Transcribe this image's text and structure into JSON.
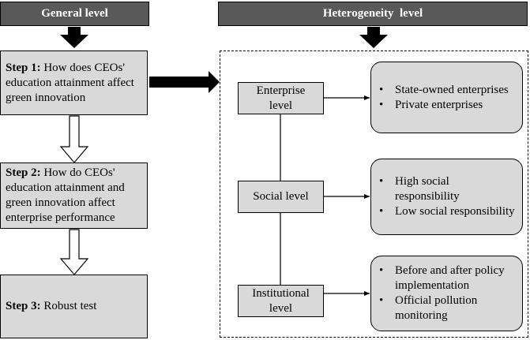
{
  "general": {
    "header": "General level",
    "steps": [
      {
        "label": "Step 1:",
        "text": "How does CEOs' education attainment affect green innovation"
      },
      {
        "label": "Step 2:",
        "text": "How do CEOs' education attainment and green innovation affect enterprise performance"
      },
      {
        "label": "Step 3:",
        "text": "Robust test"
      }
    ]
  },
  "heterogeneity": {
    "header": "Heterogeneity  level",
    "levels": [
      {
        "line1": "Enterprise",
        "line2": "level"
      },
      {
        "line1": "Social level",
        "line2": ""
      },
      {
        "line1": "Institutional",
        "line2": "level"
      }
    ],
    "details": [
      [
        "State-owned enterprises",
        "Private enterprises"
      ],
      [
        "High social responsibility",
        "Low social responsibility"
      ],
      [
        "Before and after policy implementation",
        "Official pollution monitoring"
      ]
    ]
  }
}
